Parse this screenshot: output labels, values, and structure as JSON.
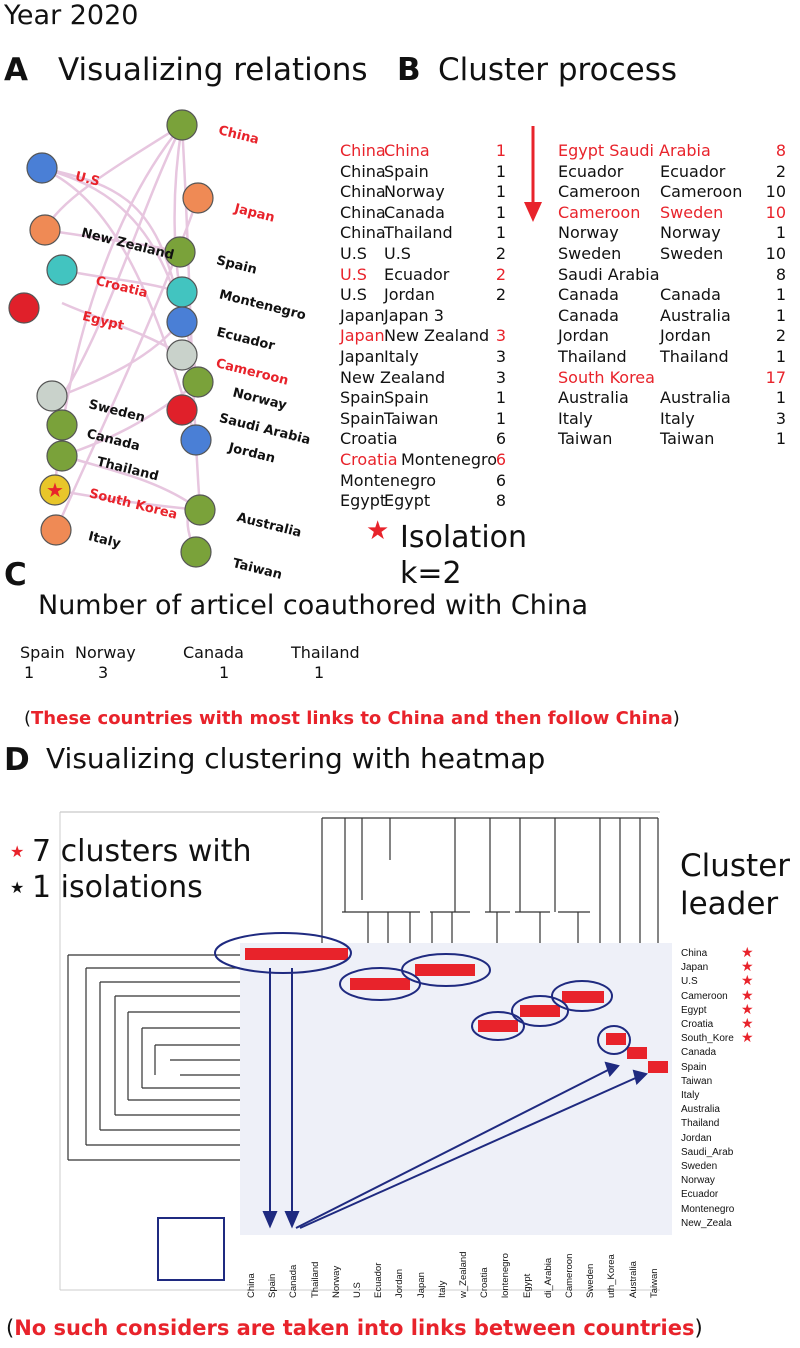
{
  "year": "Year 2020",
  "panelA": {
    "letter": "A",
    "title": "Visualizing relations",
    "nodes": [
      {
        "id": "China",
        "label": "China",
        "color": "#7aa23a",
        "red": true
      },
      {
        "id": "US",
        "label": "U.S",
        "color": "#4a7fd6",
        "red": true
      },
      {
        "id": "Japan",
        "label": "Japan",
        "color": "#ef8a55",
        "red": true
      },
      {
        "id": "NewZealand",
        "label": "New Zealand",
        "color": "#ef8a55",
        "red": false
      },
      {
        "id": "Spain",
        "label": "Spain",
        "color": "#7aa23a",
        "red": false
      },
      {
        "id": "Croatia",
        "label": "Croatia",
        "color": "#42c4c0",
        "red": true
      },
      {
        "id": "Montenegro",
        "label": "Montenegro",
        "color": "#42c4c0",
        "red": false
      },
      {
        "id": "Egypt",
        "label": "Egypt",
        "color": "#e0202a",
        "red": true
      },
      {
        "id": "Ecuador",
        "label": "Ecuador",
        "color": "#4a7fd6",
        "red": false
      },
      {
        "id": "Cameroon",
        "label": "Cameroon",
        "color": "#c9d2cb",
        "red": true
      },
      {
        "id": "Norway",
        "label": "Norway",
        "color": "#7aa23a",
        "red": false
      },
      {
        "id": "Sweden",
        "label": "Sweden",
        "color": "#c9d2cb",
        "red": false
      },
      {
        "id": "SaudiArabia",
        "label": "Saudi Arabia",
        "color": "#e0202a",
        "red": false
      },
      {
        "id": "Canada",
        "label": "Canada",
        "color": "#7aa23a",
        "red": false
      },
      {
        "id": "Jordan",
        "label": "Jordan",
        "color": "#4a7fd6",
        "red": false
      },
      {
        "id": "Thailand",
        "label": "Thailand",
        "color": "#7aa23a",
        "red": false
      },
      {
        "id": "SouthKorea",
        "label": "South Korea",
        "color": "#e8c62a",
        "red": true
      },
      {
        "id": "Australia",
        "label": "Australia",
        "color": "#7aa23a",
        "red": false
      },
      {
        "id": "Italy",
        "label": "Italy",
        "color": "#ef8a55",
        "red": false
      },
      {
        "id": "Taiwan",
        "label": "Taiwan",
        "color": "#7aa23a",
        "red": false
      }
    ]
  },
  "panelB": {
    "letter": "B",
    "title": "Cluster process",
    "left": [
      {
        "a": "China",
        "b": "China",
        "n": "1",
        "red": true
      },
      {
        "a": "China",
        "b": "Spain",
        "n": "1",
        "red": false
      },
      {
        "a": "China",
        "b": "Norway",
        "n": "1",
        "red": false
      },
      {
        "a": "China",
        "b": "Canada",
        "n": "1",
        "red": false
      },
      {
        "a": "China",
        "b": "Thailand",
        "n": "1",
        "red": false
      },
      {
        "a": "U.S",
        "b": "U.S",
        "n": "2",
        "red": false
      },
      {
        "a": "U.S",
        "b": "Ecuador",
        "n": "2",
        "red": "partial"
      },
      {
        "a": "U.S",
        "b": "Jordan",
        "n": "2",
        "red": false
      },
      {
        "a": "Japan",
        "b": "Japan 3",
        "n": "",
        "red": false
      },
      {
        "a": "Japan",
        "b": "New Zealand",
        "n": "3",
        "red": "partial"
      },
      {
        "a": "Japan",
        "b": "Italy",
        "n": "3",
        "red": false
      },
      {
        "a": "New Zealand",
        "b": "",
        "n": "3",
        "red": false
      },
      {
        "a": "Spain",
        "b": "Spain",
        "n": "1",
        "red": false
      },
      {
        "a": "Spain",
        "b": "Taiwan",
        "n": "1",
        "red": false
      },
      {
        "a": "Croatia",
        "b": "",
        "n": "6",
        "red": false
      },
      {
        "a": "Croatia",
        "b": "Montenegro",
        "n": "6",
        "red": "partial"
      },
      {
        "a": "Montenegro",
        "b": "",
        "n": "6",
        "red": false
      },
      {
        "a": "Egypt",
        "b": "Egypt",
        "n": "8",
        "red": false
      }
    ],
    "right": [
      {
        "a": "Egypt Saudi Arabia",
        "b": "",
        "n": "8",
        "red": true
      },
      {
        "a": "Ecuador",
        "b": "Ecuador",
        "n": "2",
        "red": false
      },
      {
        "a": "Cameroon",
        "b": "Cameroon",
        "n": "10",
        "red": false
      },
      {
        "a": "Cameroon",
        "b": "Sweden",
        "n": "10",
        "red": true
      },
      {
        "a": "Norway",
        "b": "Norway",
        "n": "1",
        "red": false
      },
      {
        "a": "Sweden",
        "b": "Sweden",
        "n": "10",
        "red": false
      },
      {
        "a": "Saudi Arabia",
        "b": "",
        "n": "8",
        "red": false
      },
      {
        "a": "Canada",
        "b": "Canada",
        "n": "1",
        "red": false
      },
      {
        "a": "Canada",
        "b": "Australia",
        "n": "1",
        "red": false
      },
      {
        "a": "Jordan",
        "b": "Jordan",
        "n": "2",
        "red": false
      },
      {
        "a": "Thailand",
        "b": "Thailand",
        "n": "1",
        "red": false
      },
      {
        "a": "South Korea",
        "b": "",
        "n": "17",
        "red": true
      },
      {
        "a": "Australia",
        "b": "Australia",
        "n": "1",
        "red": false
      },
      {
        "a": "Italy",
        "b": "Italy",
        "n": "3",
        "red": false
      },
      {
        "a": "Taiwan",
        "b": "Taiwan",
        "n": "1",
        "red": false
      }
    ],
    "isolation": "Isolation",
    "k": "k=2"
  },
  "panelC": {
    "letter": "C",
    "title": "Number of articel coauthored with China",
    "countries": [
      "Spain",
      "Norway",
      "Canada",
      "Thailand"
    ],
    "counts": [
      "1",
      "3",
      "1",
      "1"
    ],
    "note_open": "(",
    "note": "These countries with most links to China and then follow China",
    "note_close": ")"
  },
  "panelD": {
    "letter": "D",
    "title": "Visualizing clustering with heatmap",
    "legend1": "7 clusters with",
    "legend2": "1 isolations",
    "cluster_leader1": "Cluster",
    "cluster_leader2": "leader",
    "row_labels": [
      "China",
      "Japan",
      "U.S",
      "Cameroon",
      "Egypt",
      "Croatia",
      "South_Kore",
      "Canada",
      "Spain",
      "Taiwan",
      "Italy",
      "Australia",
      "Thailand",
      "Jordan",
      "Saudi_Arab",
      "Sweden",
      "Norway",
      "Ecuador",
      "Montenegro",
      "New_Zeala"
    ],
    "col_labels": [
      "China",
      "Spain",
      "Canada",
      "Thailand",
      "Norway",
      "U.S",
      "Ecuador",
      "Jordan",
      "Japan",
      "Italy",
      "w_Zealand",
      "Croatia",
      "lontenegro",
      "Egypt",
      "di_Arabia",
      "Cameroon",
      "Sweden",
      "uth_Korea",
      "Australia",
      "Taiwan"
    ],
    "footer_open": "(",
    "footer": "No such considers are taken into links between countries",
    "footer_close": ")"
  },
  "colors": {
    "red": "#e8232b",
    "pink": "#e8c8e0",
    "heat_bg": "#eef0f8",
    "navy": "#1f2a80"
  }
}
